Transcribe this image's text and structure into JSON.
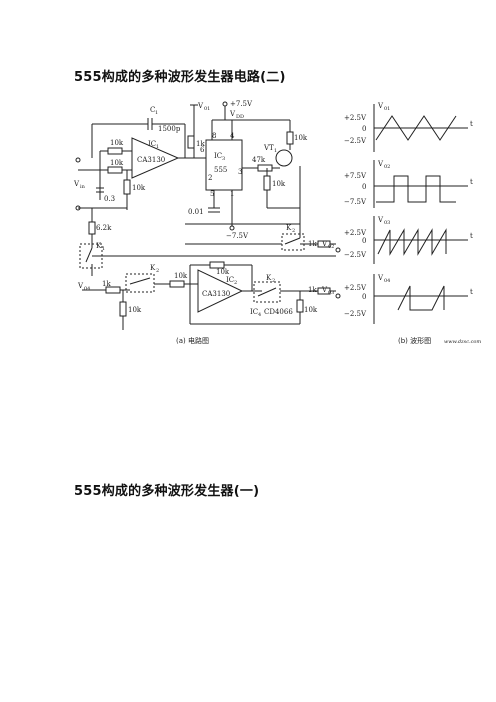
{
  "headings": {
    "first": "555构成的多种波形发生器电路(二)",
    "second": "555构成的多种波形发生器(一)"
  },
  "circuit": {
    "caption": "(a) 电路图",
    "labels": {
      "c1": "C",
      "c1sub": "1",
      "c1val": "1500p",
      "ic1": "IC",
      "ic1sub": "1",
      "ca3130a": "CA3130",
      "r10k_a": "10k",
      "r10k_b": "10k",
      "r10k_c": "10k",
      "cap03": "0.3",
      "vin": "V",
      "vinsub": "in",
      "r62k": "6.2k",
      "k1": "K",
      "k1sub": "1",
      "v01": "V",
      "v01sub": "01",
      "p75": "+7.5V",
      "vdd": "V",
      "vddsub": "DD",
      "pin8": "8",
      "pin4": "4",
      "pin6": "6",
      "pin2": "2",
      "pin3": "3",
      "pin5": "5",
      "pin1": "1",
      "ic3": "IC",
      "ic3sub": "3",
      "n555": "555",
      "r1k_a": "1k",
      "r47k": "47k",
      "vt1": "VT",
      "vt1sub": "1",
      "r10k_d": "10k",
      "r10k_e": "10k",
      "c001": "0.01",
      "m75": "−7.5V",
      "k2a": "K",
      "k2asub": "2",
      "r1k_b": "1k",
      "v02": "V",
      "v02sub": "02",
      "v04": "V",
      "v04sub": "04",
      "r1k_c": "1k",
      "k2b": "K",
      "k2bsub": "2",
      "r10k_f": "10k",
      "r10k_g": "10k",
      "r10k_h": "10k",
      "ic2": "IC",
      "ic2sub": "2",
      "ca3130b": "CA3130",
      "k2c": "K",
      "k2csub": "2",
      "ic4": "IC",
      "ic4sub": "4",
      "cd4066": "CD4066",
      "r1k_d": "1k",
      "v03": "V",
      "v03sub": "03",
      "r10k_i": "10k"
    }
  },
  "waveforms": {
    "caption": "(b) 波形图",
    "watermark": "www.dzsc.com",
    "time_label": "t",
    "panels": [
      {
        "name": "V",
        "sub": "01",
        "top": "+2.5V",
        "mid": "0",
        "bot": "−2.5V"
      },
      {
        "name": "V",
        "sub": "02",
        "top": "+7.5V",
        "mid": "0",
        "bot": "−7.5V"
      },
      {
        "name": "V",
        "sub": "03",
        "top": "+2.5V",
        "mid": "0",
        "bot": "−2.5V"
      },
      {
        "name": "V",
        "sub": "04",
        "top": "+2.5V",
        "mid": "0",
        "bot": "−2.5V"
      }
    ]
  }
}
